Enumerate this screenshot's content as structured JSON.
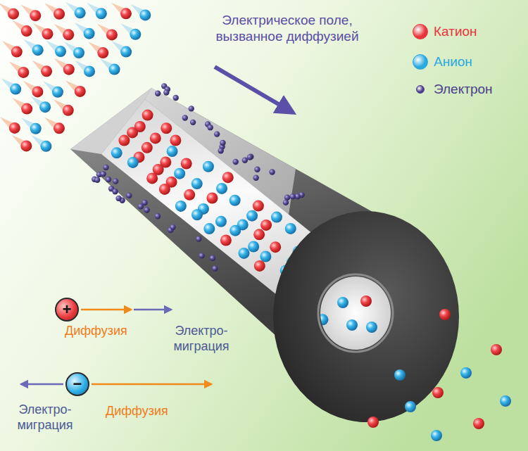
{
  "diagram": {
    "nodes": [
      {
        "text": [
          "+"
        ]
      },
      {
        "text": [
          "−"
        ]
      }
    ],
    "labels": [
      "Электрическое поле, вызванное диффузией",
      "Диффузия",
      "Электро- миграция",
      "Электро- миграция",
      "Диффузия"
    ],
    "legend": [
      {
        "text": "Катион",
        "color": "#e8363c"
      },
      {
        "text": "Анион",
        "color": "#2aa8e0"
      },
      {
        "text": "Электрон",
        "color": "#4b3f8c"
      }
    ]
  }
}
